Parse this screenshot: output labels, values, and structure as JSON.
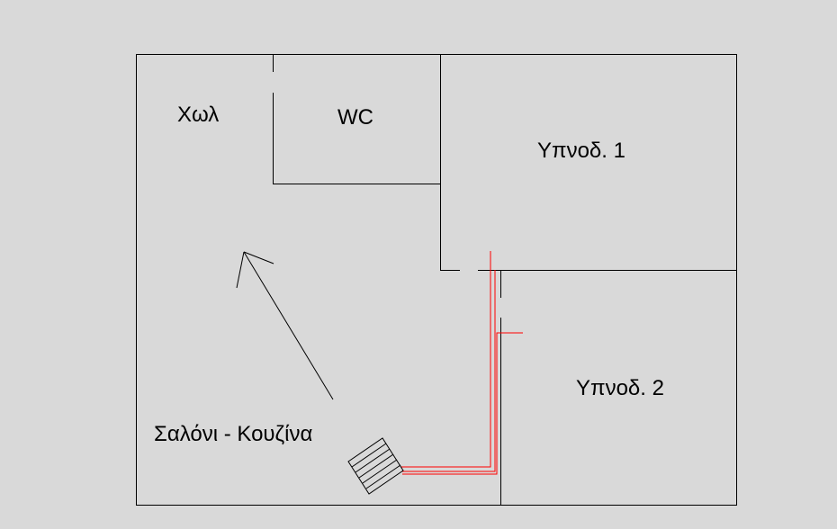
{
  "diagram": {
    "type": "floor-plan",
    "rooms": {
      "hall": "Χωλ",
      "wc": "WC",
      "bedroom1": "Υπνοδ. 1",
      "bedroom2": "Υπνοδ. 2",
      "living_kitchen": "Σαλόνι - Κουζίνα"
    },
    "colors": {
      "background": "#d9d9d9",
      "walls": "#000000",
      "pipes": "#ff0000"
    }
  }
}
